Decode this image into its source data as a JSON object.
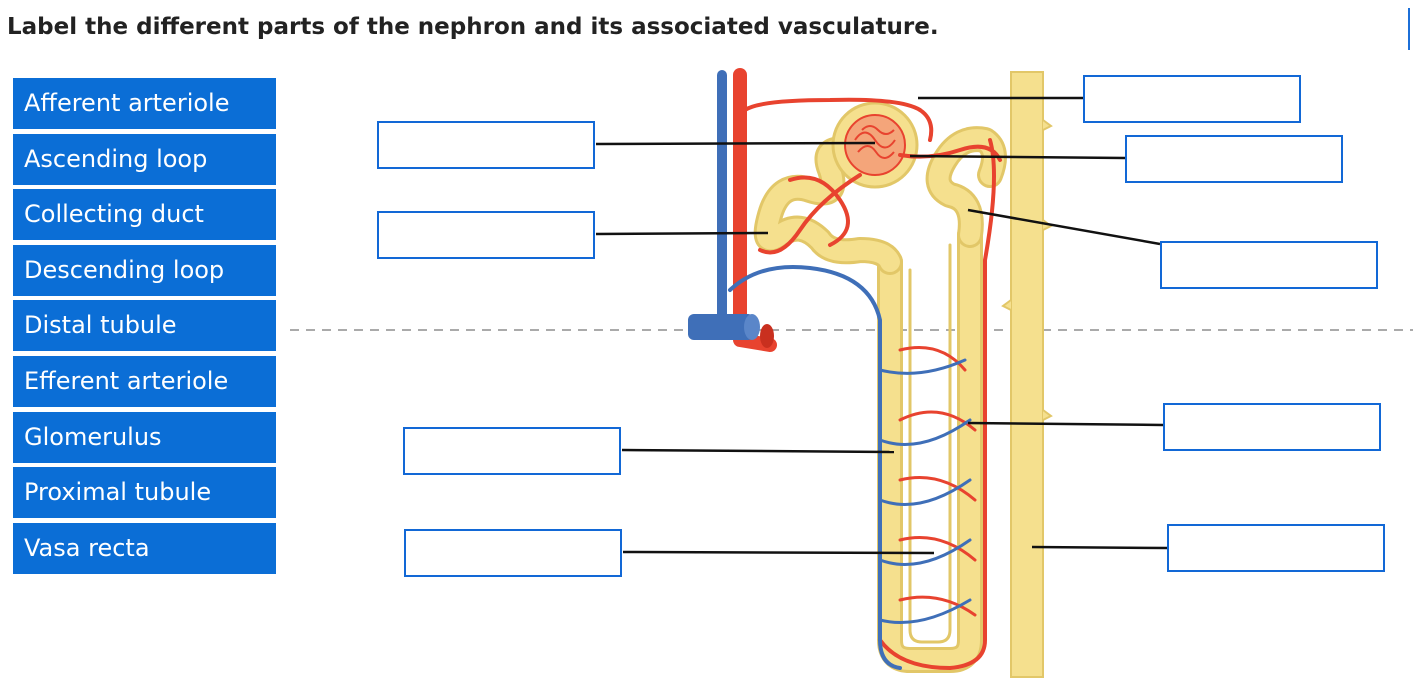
{
  "question": "Label the different parts of the nephron and its associated vasculature.",
  "label_bank": [
    "Afferent arteriole",
    "Ascending loop",
    "Collecting duct",
    "Descending loop",
    "Distal tubule",
    "Efferent arteriole",
    "Glomerulus",
    "Proximal tubule",
    "Vasa recta"
  ],
  "drop_targets": [
    "",
    "",
    "",
    "",
    "",
    "",
    "",
    "",
    ""
  ],
  "colors": {
    "chip_bg": "#0b6ed6",
    "target_border": "#1268d6",
    "tubule": "#f5e08e",
    "tubule_outline": "#e2c768",
    "artery": "#e8432f",
    "vein": "#3f6fb8"
  }
}
